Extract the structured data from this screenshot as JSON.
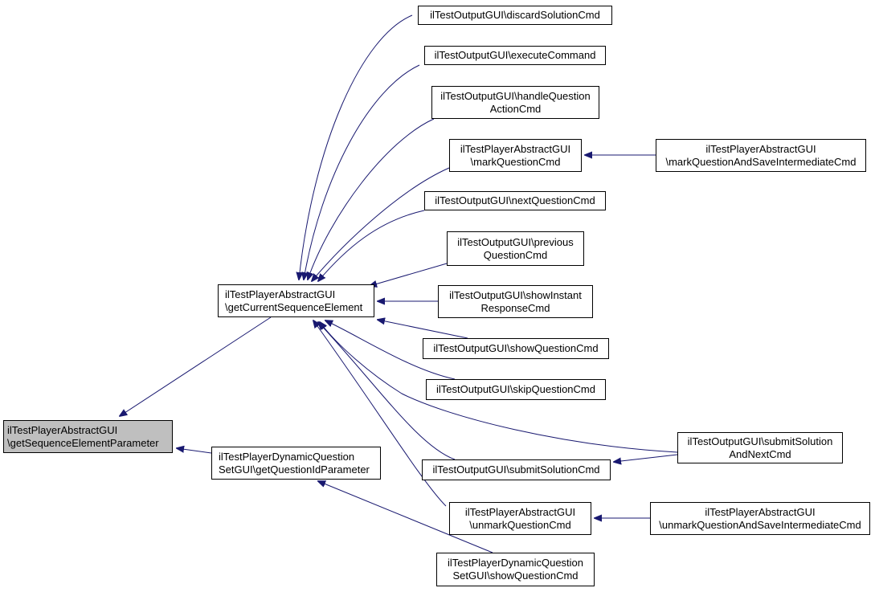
{
  "graph": {
    "edge_color": "#191970",
    "nodes": {
      "root": {
        "lines": [
          "ilTestPlayerAbstractGUI",
          "\\getSequenceElementParameter"
        ]
      },
      "getCurrent": {
        "lines": [
          "ilTestPlayerAbstractGUI",
          "\\getCurrentSequenceElement"
        ]
      },
      "getQuestionId": {
        "lines": [
          "ilTestPlayerDynamicQuestion",
          "SetGUI\\getQuestionIdParameter"
        ]
      },
      "discard": {
        "lines": [
          "ilTestOutputGUI\\discardSolutionCmd"
        ]
      },
      "execute": {
        "lines": [
          "ilTestOutputGUI\\executeCommand"
        ]
      },
      "handleAction": {
        "lines": [
          "ilTestOutputGUI\\handleQuestion",
          "ActionCmd"
        ]
      },
      "mark": {
        "lines": [
          "ilTestPlayerAbstractGUI",
          "\\markQuestionCmd"
        ]
      },
      "markSave": {
        "lines": [
          "ilTestPlayerAbstractGUI",
          "\\markQuestionAndSaveIntermediateCmd"
        ]
      },
      "next": {
        "lines": [
          "ilTestOutputGUI\\nextQuestionCmd"
        ]
      },
      "previous": {
        "lines": [
          "ilTestOutputGUI\\previous",
          "QuestionCmd"
        ]
      },
      "instant": {
        "lines": [
          "ilTestOutputGUI\\showInstant",
          "ResponseCmd"
        ]
      },
      "showQuestion": {
        "lines": [
          "ilTestOutputGUI\\showQuestionCmd"
        ]
      },
      "skip": {
        "lines": [
          "ilTestOutputGUI\\skipQuestionCmd"
        ]
      },
      "submitNext": {
        "lines": [
          "ilTestOutputGUI\\submitSolution",
          "AndNextCmd"
        ]
      },
      "submit": {
        "lines": [
          "ilTestOutputGUI\\submitSolutionCmd"
        ]
      },
      "unmark": {
        "lines": [
          "ilTestPlayerAbstractGUI",
          "\\unmarkQuestionCmd"
        ]
      },
      "unmarkSave": {
        "lines": [
          "ilTestPlayerAbstractGUI",
          "\\unmarkQuestionAndSaveIntermediateCmd"
        ]
      },
      "dynShow": {
        "lines": [
          "ilTestPlayerDynamicQuestion",
          "SetGUI\\showQuestionCmd"
        ]
      }
    }
  }
}
